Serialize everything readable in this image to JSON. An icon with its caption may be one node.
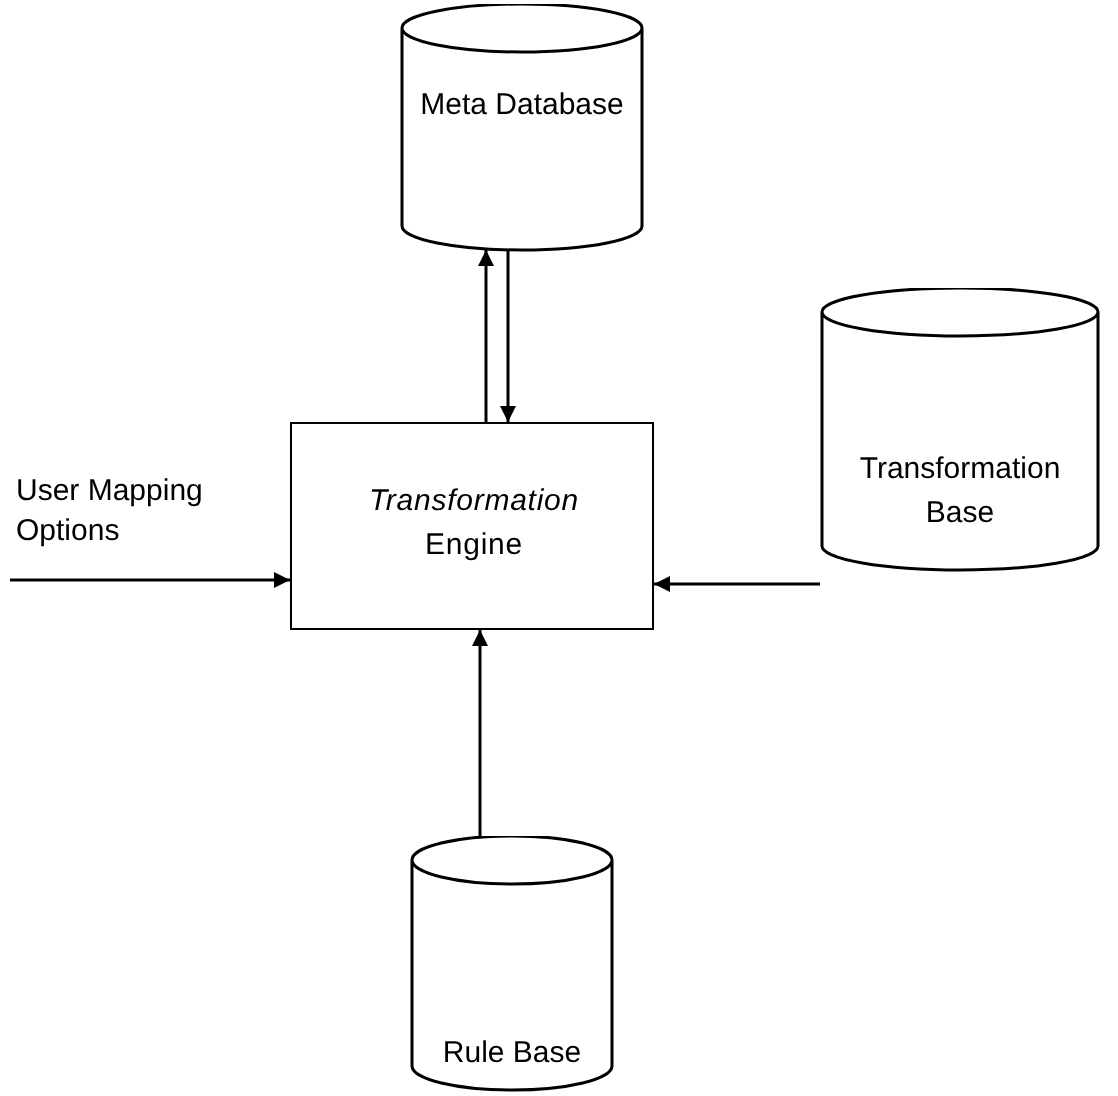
{
  "diagram": {
    "nodes": [
      {
        "text": [
          "Meta Database"
        ]
      },
      {
        "text": [
          "*Transformation* Engine"
        ]
      },
      {
        "text": [
          "Transformation Base"
        ]
      },
      {
        "text": [
          "Rule Base"
        ]
      }
    ],
    "edges": [
      {
        "from": 1,
        "to": 0,
        "arrow": "to"
      },
      {
        "from": 0,
        "to": 1,
        "arrow": "to"
      },
      {
        "from": 2,
        "to": 1,
        "arrow": "to"
      },
      {
        "from": 3,
        "to": 1,
        "arrow": "to"
      },
      {
        "from": null,
        "to": 1,
        "arrow": "to",
        "label": "User Mapping Options"
      }
    ]
  }
}
